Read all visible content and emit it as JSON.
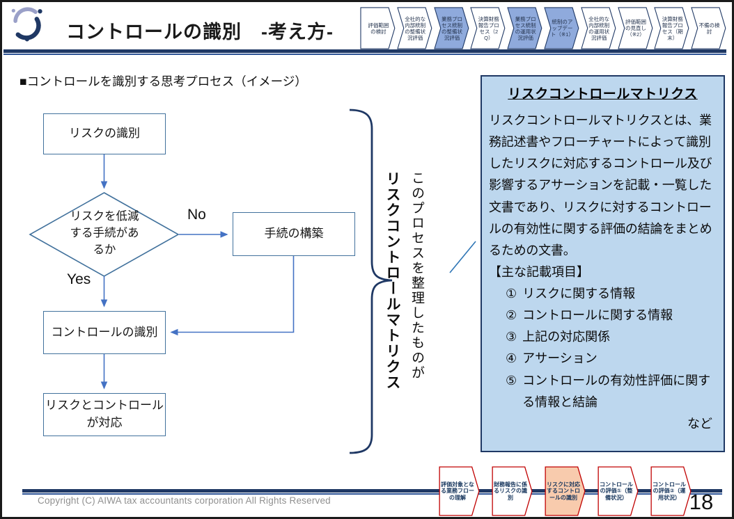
{
  "header": {
    "title": "コントロールの識別　-考え方-",
    "process_steps": [
      {
        "label": "評価範囲の検討",
        "classes": "first"
      },
      {
        "label": "全社的な内部統制の整備状況評価"
      },
      {
        "label": "業務プロセス統制の整備状況評価",
        "classes": "hl"
      },
      {
        "label": "決算財務報告プロセス（2Q）"
      },
      {
        "label": "業務プロセス統制の運用状況評価",
        "classes": "hl"
      },
      {
        "label": "統制のアップデート（※1）",
        "classes": "hl"
      },
      {
        "label": "全社的な内部統制の運用状況評価"
      },
      {
        "label": "評価範囲の見直し（※2）"
      },
      {
        "label": "決算財務報告プロセス（期末）"
      },
      {
        "label": "不備の検討"
      }
    ]
  },
  "subtitle": "■コントロールを識別する思考プロセス（イメージ）",
  "flowchart": {
    "box_risk_identification": "リスクの識別",
    "decision": "リスクを低減する手続があるか",
    "label_no": "No",
    "label_yes": "Yes",
    "box_build_procedure": "手続の構築",
    "box_control_identification": "コントロールの識別",
    "box_risk_control_mapped": "リスクとコントロールが対応"
  },
  "annotation": {
    "line1": "このプロセスを整理したものが",
    "line2": "リスクコントロールマトリクス"
  },
  "info_panel": {
    "title": "リスクコントロールマトリクス",
    "body": "リスクコントロールマトリクスとは、業務記述書やフローチャートによって識別したリスクに対応するコントロール及び影響するアサーションを記載・一覧した文書であり、リスクに対するコントロールの有効性に関する評価の結論をまとめるための文書。",
    "items_heading": "【主な記載項目】",
    "items": [
      {
        "num": "①",
        "label": "リスクに関する情報"
      },
      {
        "num": "②",
        "label": "コントロールに関する情報"
      },
      {
        "num": "③",
        "label": "上記の対応関係"
      },
      {
        "num": "④",
        "label": "アサーション"
      },
      {
        "num": "⑤",
        "label": "コントロールの有効性評価に関する情報と結論"
      }
    ],
    "footer": "など"
  },
  "bottom_nav": {
    "steps": [
      {
        "label": "評価対象となる業務フローの理解",
        "classes": "first"
      },
      {
        "label": "財務報告に係るリスクの識別"
      },
      {
        "label": "リスクに対応するコントロールの識別",
        "classes": "hl"
      },
      {
        "label": "コントロールの評価①（整備状況）"
      },
      {
        "label": "コントロールの評価②（運用状況）"
      }
    ]
  },
  "footer": {
    "copyright": "Copyright (C) AIWA tax accountants corporation All Rights Reserved",
    "page_number": "18"
  },
  "colors": {
    "navy": "#1F3864",
    "chevron_highlight_blue": "#8FAADC",
    "panel_background": "#BDD7EE",
    "flow_border_blue": "#41719C",
    "arrow_blue": "#4472C4",
    "bottom_chevron_red": "#C00000",
    "bottom_chevron_highlight_orange": "#F8CBAD"
  }
}
